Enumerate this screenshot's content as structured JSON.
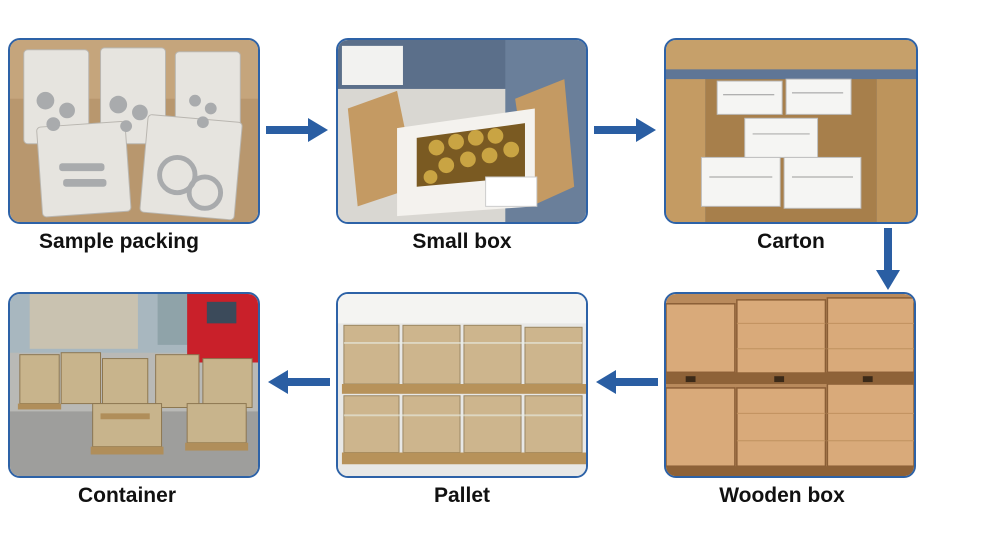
{
  "steps": [
    {
      "label": "Sample packing"
    },
    {
      "label": "Small box"
    },
    {
      "label": "Carton"
    },
    {
      "label": "Wooden box"
    },
    {
      "label": "Pallet"
    },
    {
      "label": "Container"
    }
  ],
  "colors": {
    "arrow": "#2a5ea3",
    "frame": "#2d62a7"
  }
}
